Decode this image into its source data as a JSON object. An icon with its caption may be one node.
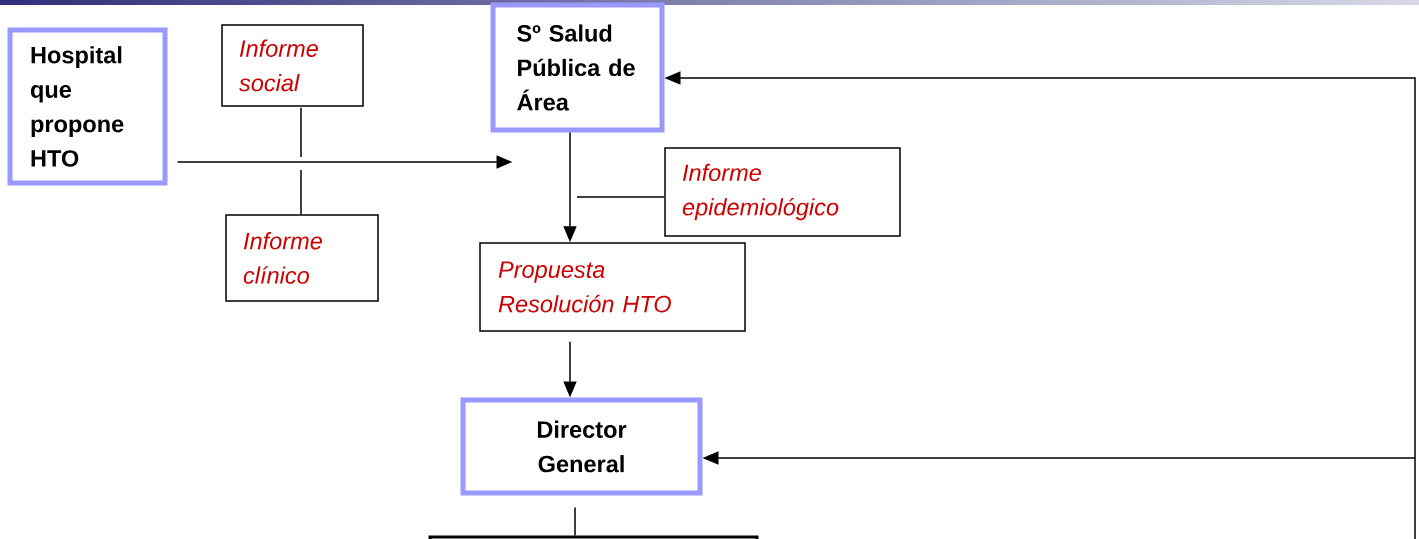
{
  "diagram": {
    "nodes": [
      {
        "text": [
          "Hospital que propone HTO"
        ]
      },
      {
        "text": [
          "Informe social"
        ]
      },
      {
        "text": [
          "Sº Salud Pública de Área"
        ]
      },
      {
        "text": [
          "Informe clínico"
        ]
      },
      {
        "text": [
          "Informe epidemiológico"
        ]
      },
      {
        "text": [
          "Propuesta Resolución HTO"
        ]
      },
      {
        "text": [
          "Director General"
        ]
      },
      {
        "text": [],
        "shape": "box"
      }
    ],
    "edges": [
      {
        "from": 0,
        "to": 2,
        "arrow": "to"
      },
      {
        "from": 1,
        "to": null,
        "arrow": "none"
      },
      {
        "from": 3,
        "to": null,
        "arrow": "none"
      },
      {
        "from": 2,
        "to": 5,
        "arrow": "to"
      },
      {
        "from": 4,
        "to": null,
        "arrow": "none"
      },
      {
        "from": 5,
        "to": 6,
        "arrow": "to"
      },
      {
        "from": 6,
        "to": 7,
        "arrow": "none"
      },
      {
        "from": null,
        "to": 2,
        "arrow": "to"
      },
      {
        "from": null,
        "to": 6,
        "arrow": "to"
      }
    ]
  }
}
